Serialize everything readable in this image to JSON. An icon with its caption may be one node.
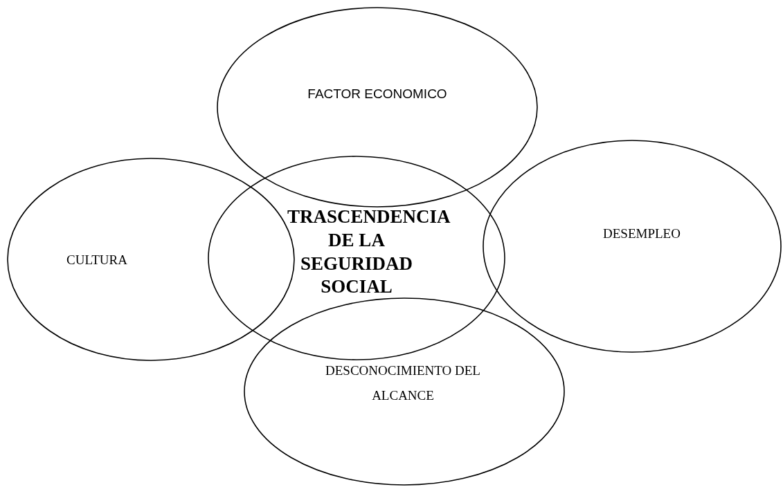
{
  "diagram": {
    "nodes": [
      {
        "text": [
          "FACTOR ECONOMICO"
        ]
      },
      {
        "text": [
          "CULTURA"
        ]
      },
      {
        "text": [
          "TRASCENDENCIA DE LA SEGURIDAD SOCIAL"
        ]
      },
      {
        "text": [
          "DESEMPLEO"
        ]
      },
      {
        "text": [
          "DESCONOCIMIENTO DEL ALCANCE"
        ]
      }
    ]
  }
}
